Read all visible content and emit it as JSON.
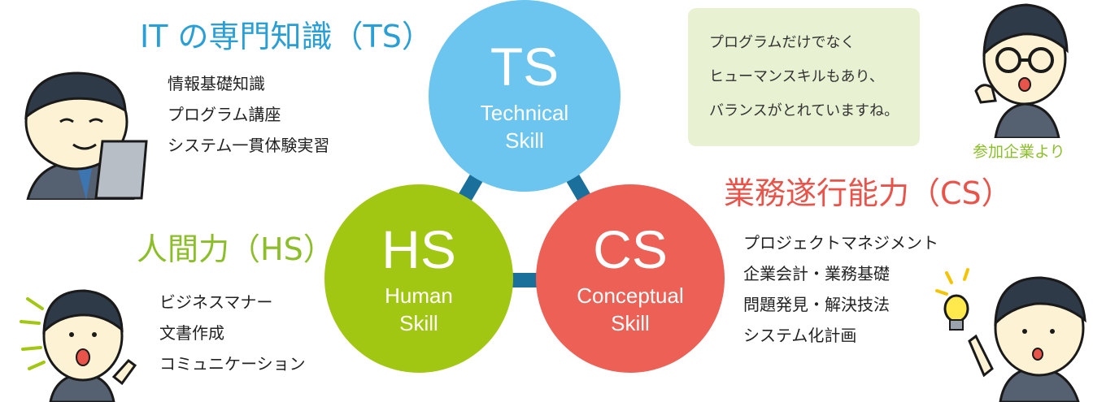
{
  "colors": {
    "ts": "#6cc5ee",
    "hs": "#a2c712",
    "cs": "#ec6056",
    "connector": "#1b6f9b",
    "ts_heading": "#2a9fd6",
    "hs_heading": "#8cbe2a",
    "cs_heading": "#e8534a",
    "comment_bg": "#e8f1d2"
  },
  "ts": {
    "heading": "IT の専門知識（TS）",
    "abbr": "TS",
    "name_line1": "Technical",
    "name_line2": "Skill",
    "items": [
      "情報基礎知識",
      "プログラム講座",
      "システム一貫体験実習"
    ]
  },
  "hs": {
    "heading": "人間力（HS）",
    "abbr": "HS",
    "name_line1": "Human",
    "name_line2": "Skill",
    "items": [
      "ビジネスマナー",
      "文書作成",
      "コミュニケーション"
    ]
  },
  "cs": {
    "heading": "業務遂行能力（CS）",
    "abbr": "CS",
    "name_line1": "Conceptual",
    "name_line2": "Skill",
    "items": [
      "プロジェクトマネジメント",
      "企業会計・業務基礎",
      "問題発見・解決技法",
      "システム化計画"
    ]
  },
  "comment": {
    "lines": [
      "プログラムだけでなく",
      "ヒューマンスキルもあり、",
      "バランスがとれていますね。"
    ],
    "source": "参加企業より"
  },
  "icons": [
    "person-laptop-icon",
    "person-surprised-icon",
    "person-glasses-icon",
    "person-lightbulb-icon",
    "lightbulb-icon"
  ]
}
